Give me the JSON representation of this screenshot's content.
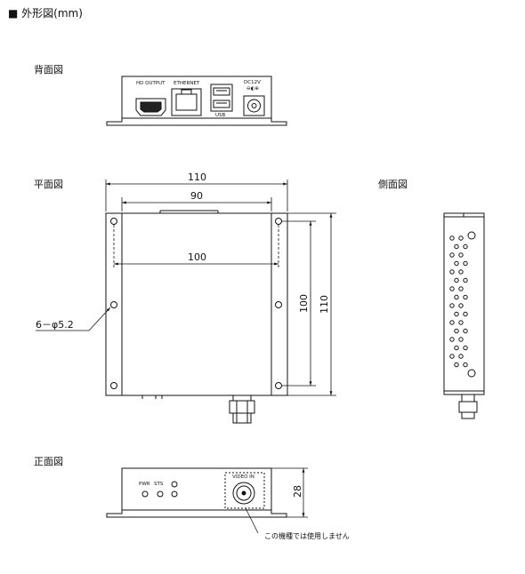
{
  "header": {
    "marker": "■",
    "title": "外形図(mm)"
  },
  "views": {
    "rear": {
      "label": "背面図",
      "ports": {
        "hdmi": "HD OUTPUT",
        "ethernet": "ETHERNET",
        "usb": "USB",
        "dc": "DC12V"
      }
    },
    "plan": {
      "label": "平面図",
      "dims": {
        "overall_width": "110",
        "inner_width": "90",
        "hole_pitch": "100",
        "depth_inner": "100",
        "depth_overall": "110",
        "hole_spec": "6－φ5.2"
      }
    },
    "side": {
      "label": "側面図"
    },
    "front": {
      "label": "正面図",
      "leds": {
        "pwr": "PWR",
        "sts": "STS"
      },
      "video_in": "VIDEO IN",
      "height": "28",
      "note": "この機種では使用しません"
    }
  }
}
